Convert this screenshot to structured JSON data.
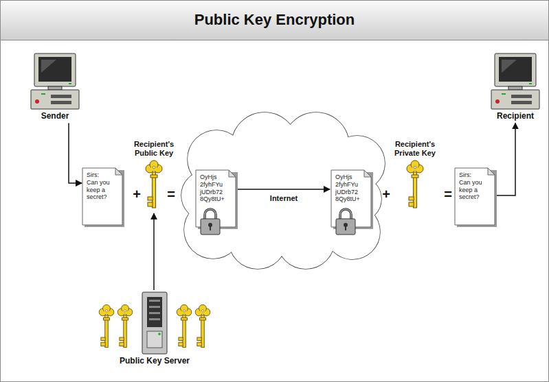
{
  "diagram": {
    "title": "Public Key Encryption",
    "nodes": [
      {
        "text": [
          "Sender"
        ]
      },
      {
        "text": [
          "Recipient"
        ]
      },
      {
        "text": [
          "Sirs: Can you keep a secret?"
        ]
      },
      {
        "text": [
          "Recipient's Public Key"
        ]
      },
      {
        "text": [
          "OyHjs 2fyhFYu jUDrb72 8Qy8tU+"
        ]
      },
      {
        "text": [
          "OyHjs 2fyhFYu jUDrb72 8Qy8tU+"
        ]
      },
      {
        "text": [
          "Recipient's Private Key"
        ]
      },
      {
        "text": [
          "Sirs: Can you keep a secret?"
        ]
      },
      {
        "text": [
          "Public Key Server"
        ]
      }
    ],
    "edges": [
      {
        "from": 0,
        "to": 2,
        "arrow": "to"
      },
      {
        "from": 4,
        "to": 5,
        "label": "Internet",
        "arrow": "to"
      },
      {
        "from": 7,
        "to": 1,
        "arrow": "to"
      },
      {
        "from": 8,
        "to": 3,
        "arrow": "to"
      }
    ],
    "labels": [
      "+",
      "=",
      "+",
      "="
    ]
  }
}
